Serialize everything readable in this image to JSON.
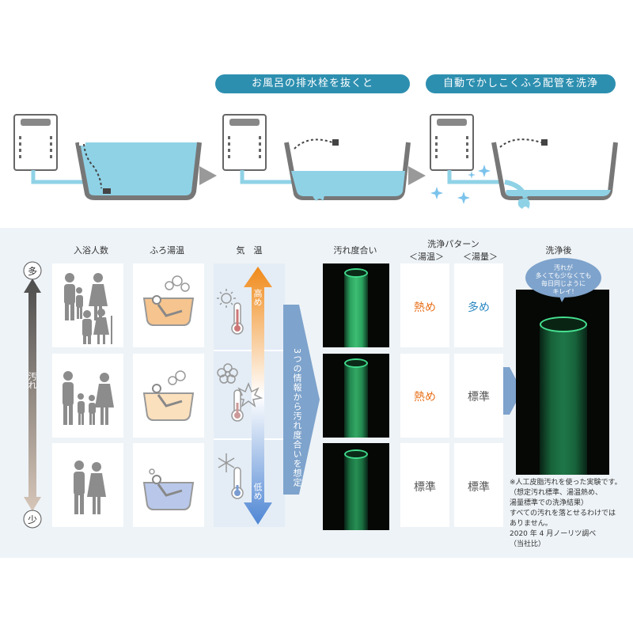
{
  "steps": {
    "step1": "お風呂の排水栓を抜くと",
    "step2": "自動でかしこくふろ配管を洗浄"
  },
  "columns": {
    "people": "入浴人数",
    "bath_temp": "ふろ湯温",
    "air_temp": "気　温",
    "dirt_level": "汚れ度合い",
    "pattern_title": "洗浄パターン",
    "pattern_temp": "＜湯温＞",
    "pattern_volume": "＜湯量＞",
    "after": "洗浄後"
  },
  "dirt_scale": {
    "top": "多",
    "label": "汚れ",
    "bottom": "少"
  },
  "temp_scale": {
    "high": "高め",
    "low": "低め"
  },
  "arrow_text": "3つの情報から汚れ度合いを想定",
  "patterns": [
    {
      "temp": "熱め",
      "volume": "多め"
    },
    {
      "temp": "熱め",
      "volume": "標準"
    },
    {
      "temp": "標準",
      "volume": "標準"
    }
  ],
  "bubble": {
    "line1": "汚れが",
    "line2": "多くても少なくても",
    "line3": "毎日同じように",
    "line4": "キレイ!"
  },
  "note": "※人工皮脂汚れを使った実験です。\n（想定汚れ標準、湯温熱め、\n湯量標準での洗浄結果）\nすべての汚れを落とせるわけでは\nありません。\n2020 年 4 月ノーリツ調べ\n（当社比）",
  "colors": {
    "accent": "#2d8fb0",
    "hot": "#e8701a",
    "volume": "#2a88c2",
    "warm_water": "#f6c48e",
    "cool_water": "#b9c8ea",
    "bath_water": "#8fd2e6",
    "glow": "#3fd98a"
  }
}
